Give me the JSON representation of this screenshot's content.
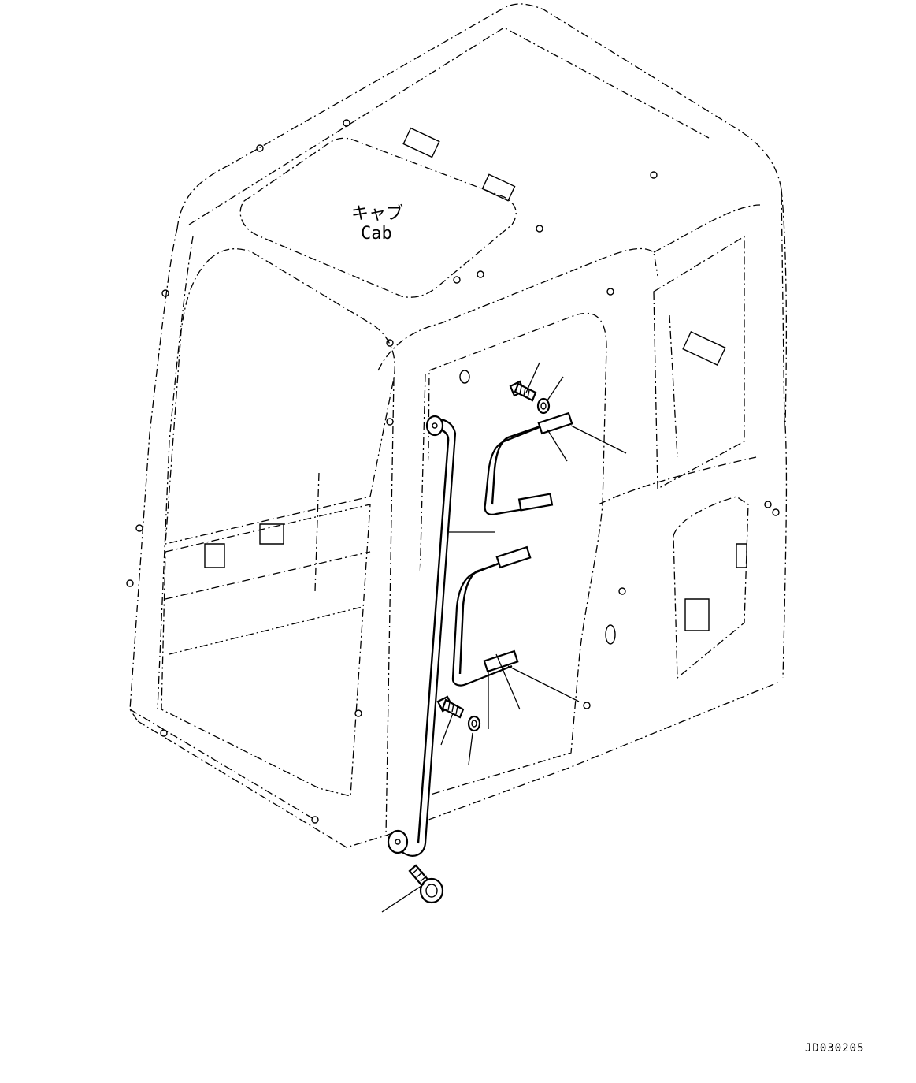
{
  "diagram": {
    "cab_label_jp": "キャブ",
    "cab_label_en": "Cab",
    "drawing_code": "JD030205"
  },
  "colors": {
    "line": "#000000",
    "background": "#ffffff"
  }
}
